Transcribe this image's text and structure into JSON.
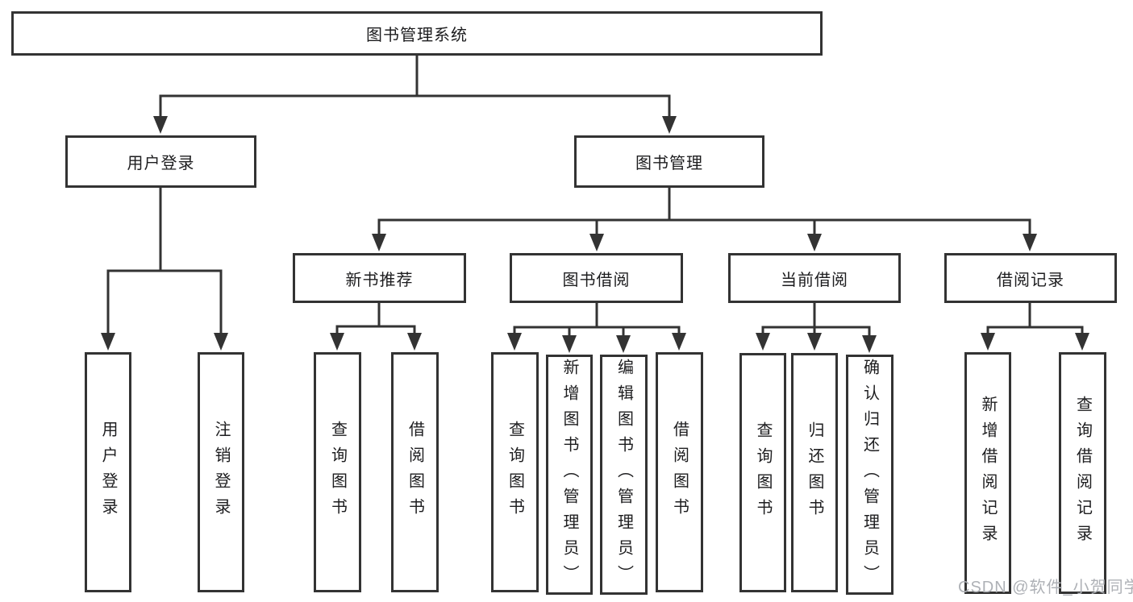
{
  "watermark": "CSDN @软件_小贺同学",
  "colors": {
    "line": "#333333",
    "box_border": "#333333",
    "text": "#1d1d1f",
    "watermark_text": "#aeb1b6",
    "background": "#ffffff"
  },
  "tree": {
    "root": {
      "label": "图书管理系统"
    },
    "branches": [
      {
        "label": "用户登录",
        "children": [
          {
            "label": "用户登录"
          },
          {
            "label": "注销登录"
          }
        ]
      },
      {
        "label": "图书管理",
        "children": [
          {
            "label": "新书推荐",
            "children": [
              {
                "label": "查询图书"
              },
              {
                "label": "借阅图书"
              }
            ]
          },
          {
            "label": "图书借阅",
            "children": [
              {
                "label": "查询图书"
              },
              {
                "label": "新增图书（管理员）"
              },
              {
                "label": "编辑图书（管理员）"
              },
              {
                "label": "借阅图书"
              }
            ]
          },
          {
            "label": "当前借阅",
            "children": [
              {
                "label": "查询图书"
              },
              {
                "label": "归还图书"
              },
              {
                "label": "确认归还（管理员）"
              }
            ]
          },
          {
            "label": "借阅记录",
            "children": [
              {
                "label": "新增借阅记录"
              },
              {
                "label": "查询借阅记录"
              }
            ]
          }
        ]
      }
    ]
  }
}
